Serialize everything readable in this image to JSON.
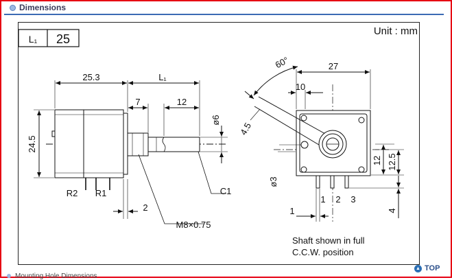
{
  "section": {
    "title": "Dimensions",
    "bullet_icon": "circle-bullet-icon"
  },
  "param_table": {
    "label": "L₁",
    "value": "25"
  },
  "unit_label": "Unit : mm",
  "dims": {
    "d_25_3": "25.3",
    "d_L1": "L₁",
    "d_7": "7",
    "d_12_shaft": "12",
    "d_phi6": "ø6",
    "d_24_5": "24.5",
    "d_2": "2",
    "d_60": "60°",
    "d_27": "27",
    "d_10": "10",
    "d_4_5": "4.5",
    "d_12_side": "12",
    "d_12_5": "12.5",
    "d_phi3": "ø3",
    "d_1": "1",
    "d_4": "4"
  },
  "labels": {
    "r2": "R2",
    "r1": "R1",
    "c1": "C1",
    "thread": "M8×0.75",
    "pin1": "1",
    "pin2": "2",
    "pin3": "3"
  },
  "note": {
    "line1": "Shaft shown in full",
    "line2": "C.C.W. position"
  },
  "top_link": {
    "label": "TOP",
    "icon": "up-arrow-circle-icon"
  },
  "next_section": {
    "title": "Mounting Hole Dimensions"
  },
  "colors": {
    "frame_border": "#e60012",
    "header_rule": "#3b6ab4",
    "top_link": "#2b4f8a"
  }
}
